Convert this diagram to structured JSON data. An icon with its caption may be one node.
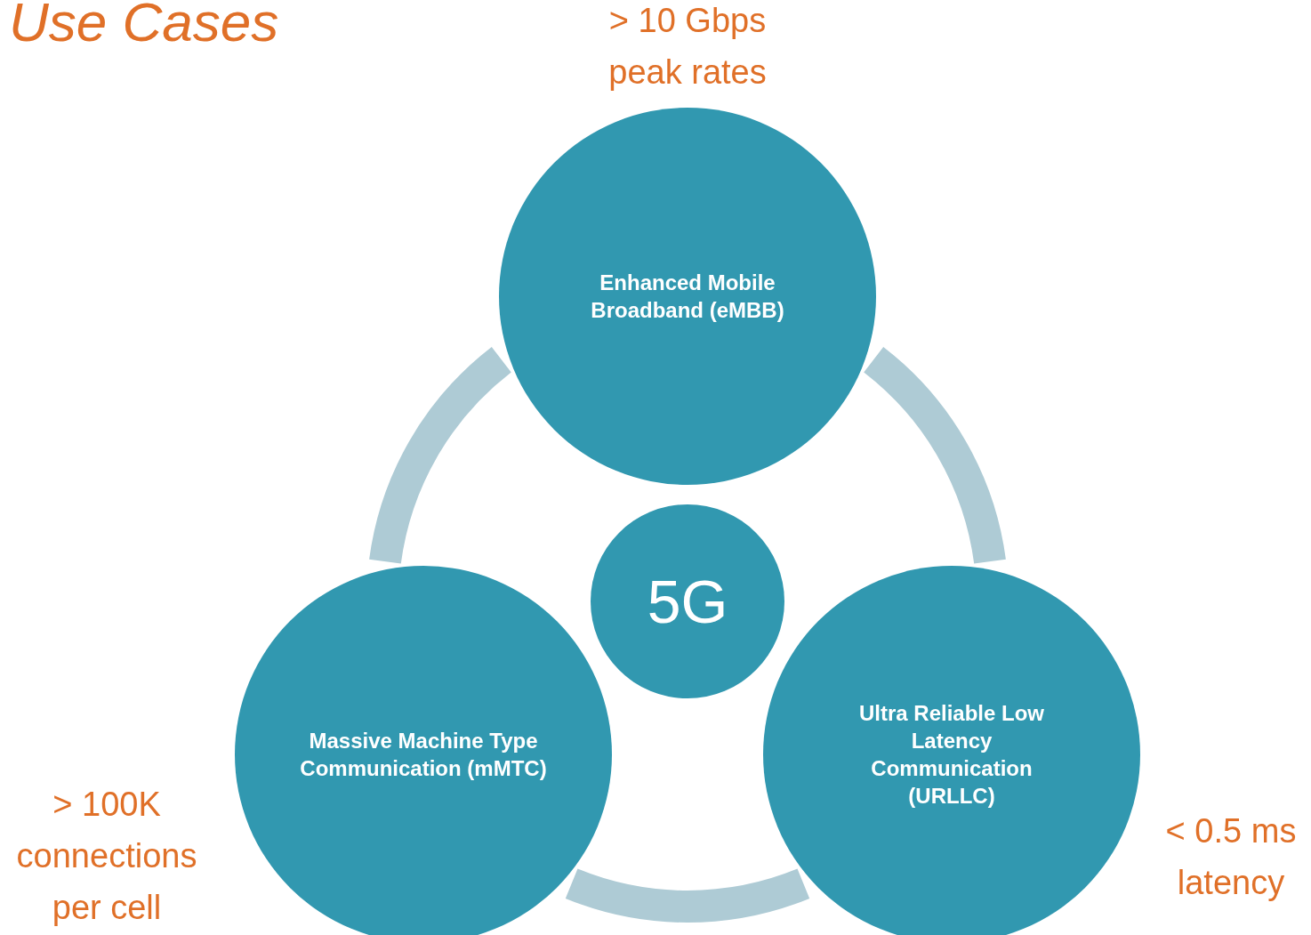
{
  "diagram": {
    "title": "Use Cases",
    "nodes": [
      {
        "text": [
          "Enhanced Mobile Broadband (eMBB)"
        ],
        "beside": [
          "> 10 Gbps peak rates"
        ]
      },
      {
        "text": [
          "5G"
        ]
      },
      {
        "text": [
          "Massive Machine Type Communication (mMTC)"
        ],
        "beside": [
          "> 100K connections per cell"
        ]
      },
      {
        "text": [
          "Ultra Reliable Low Latency Communication (URLLC)"
        ],
        "beside": [
          "< 0.5 ms latency"
        ]
      }
    ],
    "edges": [
      {
        "from": 0,
        "to": 2,
        "arrow": "none"
      },
      {
        "from": 0,
        "to": 3,
        "arrow": "none"
      },
      {
        "from": 2,
        "to": 3,
        "arrow": "none"
      }
    ]
  }
}
